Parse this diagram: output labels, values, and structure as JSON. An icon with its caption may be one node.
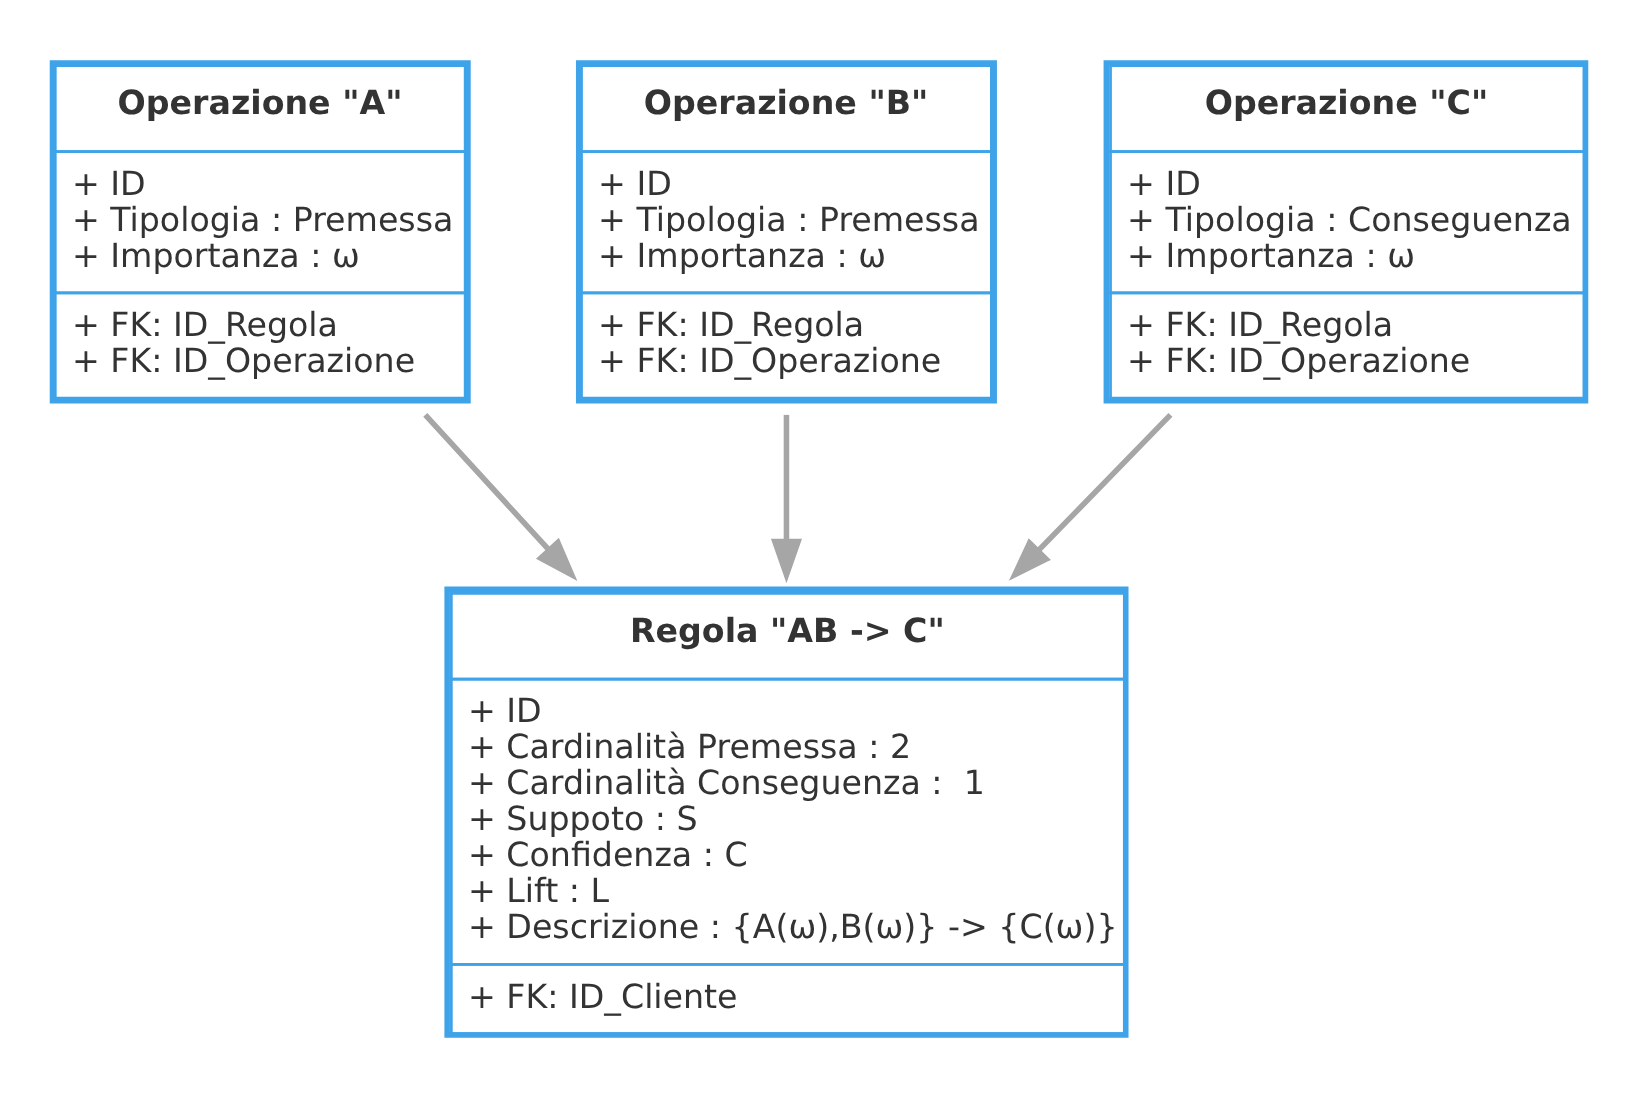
{
  "diagram": {
    "nodes": [
      {
        "text": [
          "Operazione \"A\"",
          "+ ID",
          "+ Tipologia : Premessa",
          "+ Importanza : ω",
          "+ FK: ID_Regola",
          "+ FK: ID_Operazione"
        ]
      },
      {
        "text": [
          "Operazione \"B\"",
          "+ ID",
          "+ Tipologia : Premessa",
          "+ Importanza : ω",
          "+ FK: ID_Regola",
          "+ FK: ID_Operazione"
        ]
      },
      {
        "text": [
          "Operazione \"C\"",
          "+ ID",
          "+ Tipologia : Conseguenza",
          "+ Importanza : ω",
          "+ FK: ID_Regola",
          "+ FK: ID_Operazione"
        ]
      },
      {
        "text": [
          "Regola \"AB -> C\"",
          "+ ID",
          "+ Cardinalità Premessa : 2",
          "+ Cardinalità Conseguenza :  1",
          "+ Suppoto : S",
          "+ Confidenza : C",
          "+ Lift : L",
          "+ Descrizione : {A(ω),B(ω)} -> {C(ω)}",
          "+ FK: ID_Cliente"
        ]
      }
    ],
    "edges": [
      {
        "from": 0,
        "to": 3,
        "arrow": "to"
      },
      {
        "from": 1,
        "to": 3,
        "arrow": "to"
      },
      {
        "from": 2,
        "to": 3,
        "arrow": "to"
      }
    ]
  }
}
